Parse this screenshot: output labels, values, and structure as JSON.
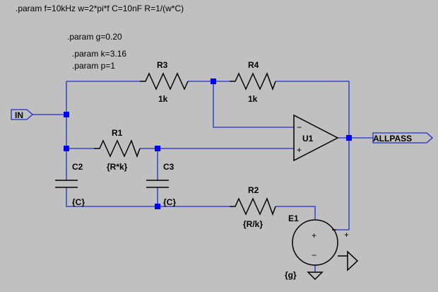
{
  "directives": {
    "line1": ".param  f=10kHz  w=2*pi*f  C=10nF  R=1/(w*C)",
    "line2": ".param g=0.20",
    "line3": ".param k=3.16",
    "line4": ".param p=1"
  },
  "ports": {
    "input": "IN",
    "output": "ALLPASS"
  },
  "components": {
    "R1": {
      "name": "R1",
      "value": "{R*k}"
    },
    "R2": {
      "name": "R2",
      "value": "{R/k}"
    },
    "R3": {
      "name": "R3",
      "value": "1k"
    },
    "R4": {
      "name": "R4",
      "value": "1k"
    },
    "C2": {
      "name": "C2",
      "value": "{C}"
    },
    "C3": {
      "name": "C3",
      "value": "{C}"
    },
    "U1": {
      "name": "U1",
      "minus": "−",
      "plus": "+"
    },
    "E1": {
      "name": "E1",
      "value": "{g}",
      "plus": "+",
      "minus": "−",
      "out_plus": "+"
    }
  },
  "colors": {
    "background": "#c0c0c0",
    "wire": "#1f2fc8",
    "junction": "#0000ff",
    "component": "#000000"
  }
}
